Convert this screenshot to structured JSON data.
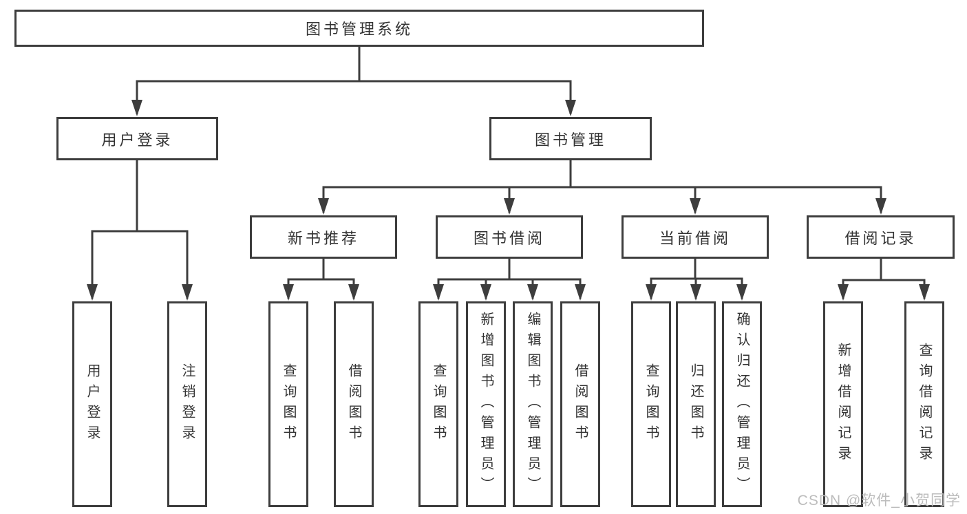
{
  "diagram": {
    "root": {
      "label": "图书管理系统"
    },
    "level2": [
      {
        "label": "用户登录"
      },
      {
        "label": "图书管理"
      }
    ],
    "level3": [
      {
        "label": "新书推荐"
      },
      {
        "label": "图书借阅"
      },
      {
        "label": "当前借阅"
      },
      {
        "label": "借阅记录"
      }
    ],
    "leaves": {
      "user_login": [
        {
          "label": "用户登录"
        },
        {
          "label": "注销登录"
        }
      ],
      "new_book_recommend": [
        {
          "label": "查询图书"
        },
        {
          "label": "借阅图书"
        }
      ],
      "book_borrow": [
        {
          "label": "查询图书"
        },
        {
          "label": "新增图书（管理员）"
        },
        {
          "label": "编辑图书（管理员）"
        },
        {
          "label": "借阅图书"
        }
      ],
      "current_borrow": [
        {
          "label": "查询图书"
        },
        {
          "label": "归还图书"
        },
        {
          "label": "确认归还（管理员）"
        }
      ],
      "borrow_records": [
        {
          "label": "新增借阅记录"
        },
        {
          "label": "查询借阅记录"
        }
      ]
    },
    "watermark": "CSDN @软件_小贺同学",
    "colors": {
      "line": "#3d3d3d",
      "text": "#333333",
      "watermark": "#bcbcbc",
      "background": "#ffffff"
    }
  }
}
